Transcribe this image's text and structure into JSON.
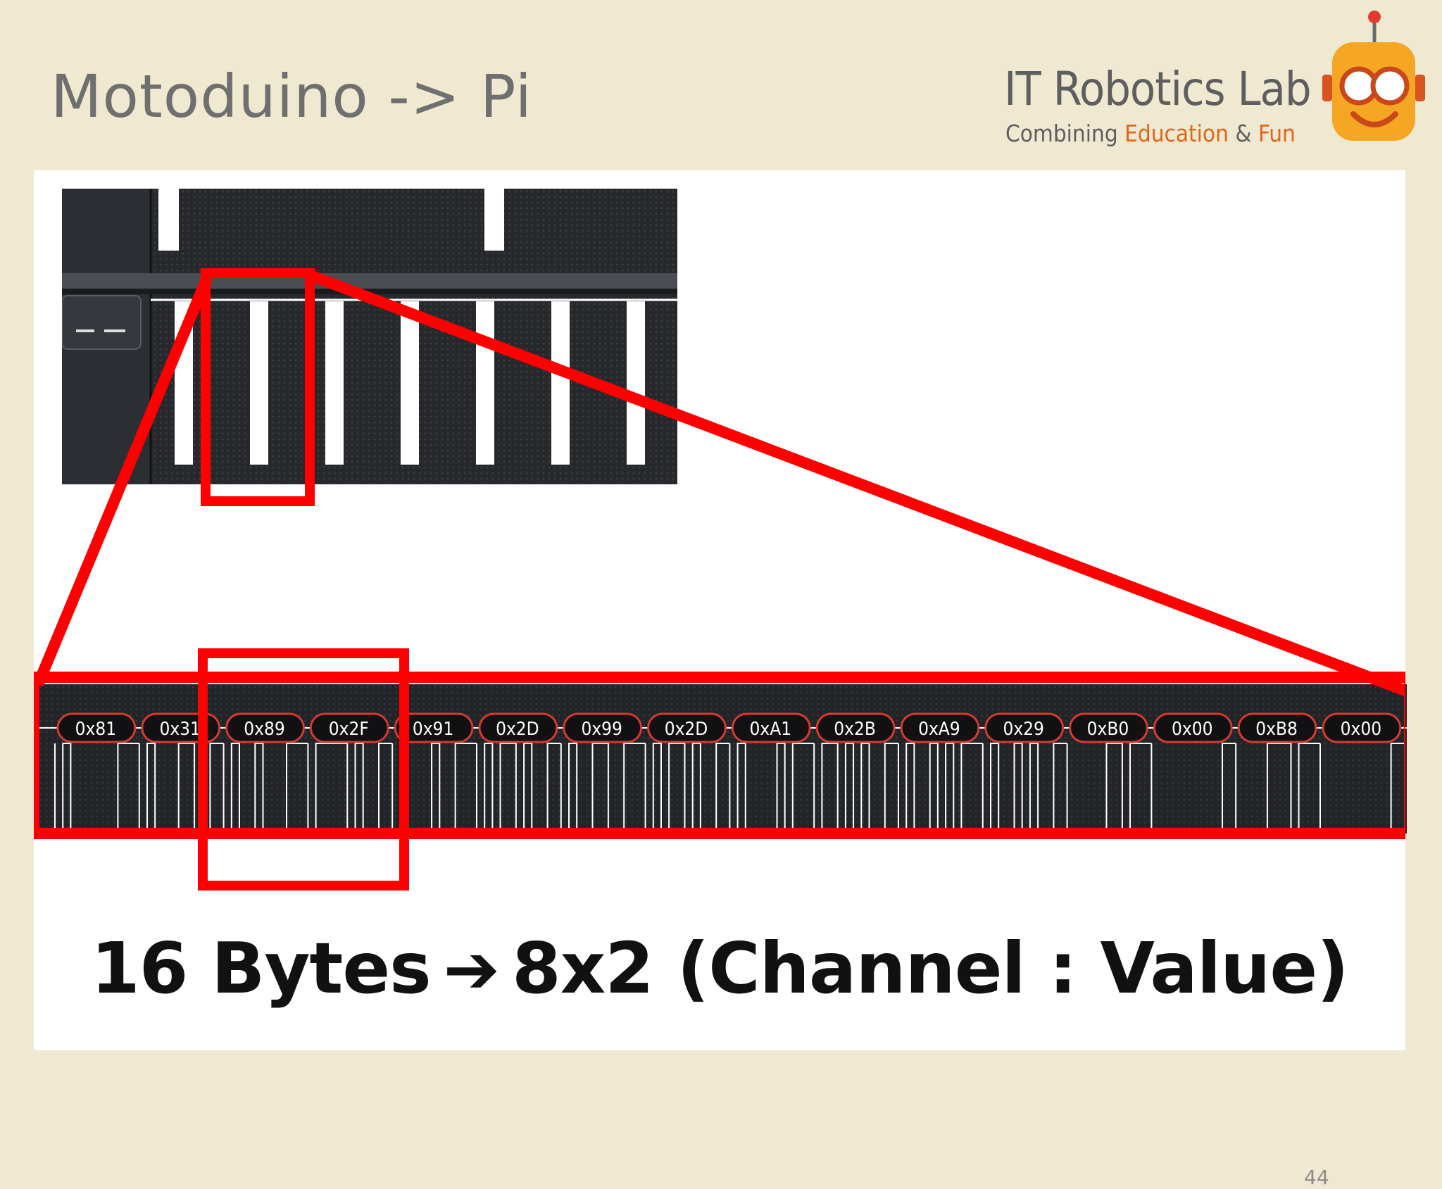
{
  "slide": {
    "title": "Motoduino -> Pi",
    "slide_number": "44"
  },
  "logo": {
    "name": "IT Robotics Lab",
    "tagline_part1": "Combining",
    "tagline_part2": "Education",
    "tagline_part3": "&",
    "tagline_part4": "Fun",
    "accent_color": "#e0661a"
  },
  "decoded_bytes": [
    "0x81",
    "0x31",
    "0x89",
    "0x2F",
    "0x91",
    "0x2D",
    "0x99",
    "0x2D",
    "0xA1",
    "0x2B",
    "0xA9",
    "0x29",
    "0xB0",
    "0x00",
    "0xB8",
    "0x00"
  ],
  "caption": {
    "left": "16 Bytes",
    "arrow": "➔",
    "right": "8x2 (Channel : Value)"
  },
  "colors": {
    "highlight": "#ff0000",
    "signal": "#ffffff",
    "analyzer_bg": "#26282c"
  }
}
